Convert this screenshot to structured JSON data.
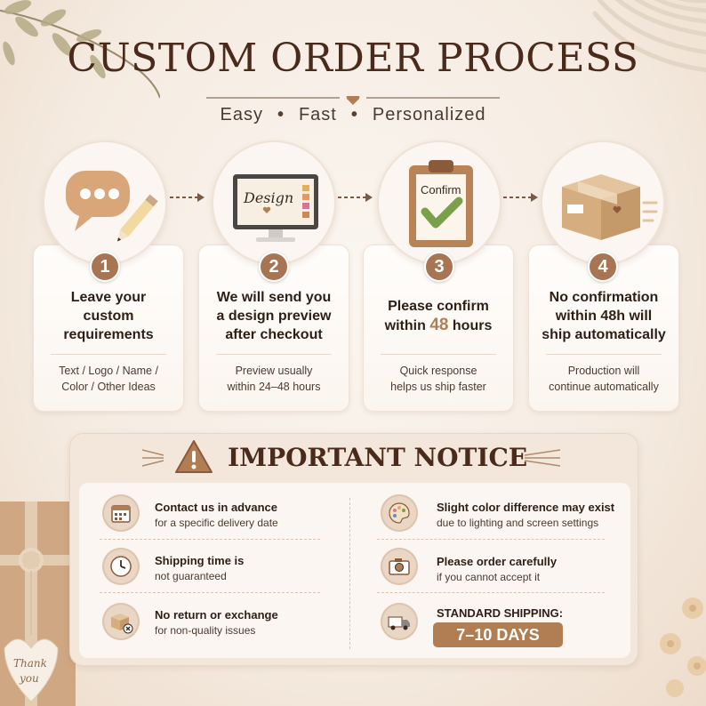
{
  "header": {
    "title": "CUSTOM ORDER PROCESS",
    "tagline": [
      "Easy",
      "Fast",
      "Personalized"
    ],
    "separator": "•"
  },
  "steps": [
    {
      "number": "1",
      "heading_lines": [
        "Leave your",
        "custom",
        "requirements"
      ],
      "sub_lines": [
        "Text / Logo / Name /",
        "Color / Other Ideas"
      ],
      "icon": "chat-bubble-pencil-icon"
    },
    {
      "number": "2",
      "heading_lines": [
        "We will send you",
        "a design preview",
        "after checkout"
      ],
      "sub_lines": [
        "Preview usually",
        "within 24–48 hours"
      ],
      "icon": "monitor-design-icon",
      "icon_text": "Design"
    },
    {
      "number": "3",
      "heading_pre": "Please confirm",
      "heading_within": "within",
      "heading_highlight": "48",
      "heading_post": "hours",
      "sub_lines": [
        "Quick response",
        "helps us ship faster"
      ],
      "icon": "clipboard-check-icon",
      "icon_text": "Confirm"
    },
    {
      "number": "4",
      "heading_lines": [
        "No confirmation",
        "within 48h will",
        "ship automatically"
      ],
      "sub_lines": [
        "Production will",
        "continue automatically"
      ],
      "icon": "shipping-box-icon"
    }
  ],
  "notice": {
    "title": "IMPORTANT NOTICE",
    "left_items": [
      {
        "heading": "Contact us in advance",
        "sub": "for a specific delivery date",
        "icon": "calendar-icon"
      },
      {
        "heading": "Shipping time is",
        "sub": "not guaranteed",
        "icon": "clock-icon"
      },
      {
        "heading": "No return or exchange",
        "sub": "for non-quality issues",
        "icon": "box-return-icon"
      }
    ],
    "right_items": [
      {
        "heading": "Slight color difference may exist",
        "sub": "due to lighting and screen settings",
        "icon": "palette-icon"
      },
      {
        "heading": "Please order carefully",
        "sub": "if you cannot accept it",
        "icon": "camera-icon"
      },
      {
        "heading": "STANDARD SHIPPING:",
        "badge": "7–10 DAYS",
        "icon": "truck-icon"
      }
    ]
  },
  "decor": {
    "gift_tag_lines": [
      "Thank",
      "you"
    ]
  },
  "colors": {
    "accent": "#b07e52",
    "step_number": "#a77554",
    "title": "#4a2a1a",
    "background": "#f5ebe1"
  }
}
